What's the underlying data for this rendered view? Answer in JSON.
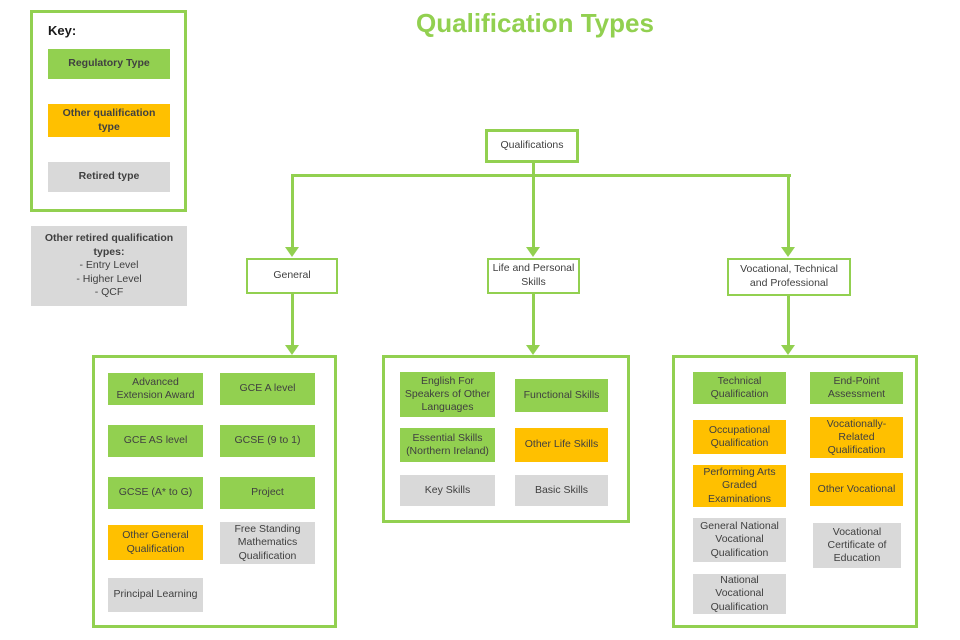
{
  "title": "Qualification Types",
  "colors": {
    "regulatory_green": "#92D050",
    "other_orange": "#FFC000",
    "retired_gray": "#D9D9D9",
    "accent_green": "#92D050",
    "text": "#404040"
  },
  "key": {
    "heading": "Key:",
    "items": [
      {
        "label": "Regulatory Type",
        "type": "regulatory"
      },
      {
        "label": "Other qualification type",
        "type": "other"
      },
      {
        "label": "Retired type",
        "type": "retired"
      }
    ]
  },
  "retired_note": {
    "heading": "Other retired qualification types:",
    "items": [
      "- Entry Level",
      "- Higher Level",
      "- QCF"
    ]
  },
  "root": {
    "label": "Qualifications"
  },
  "branches": [
    {
      "label": "General",
      "boxes": [
        {
          "label": "Advanced Extension Award",
          "type": "regulatory"
        },
        {
          "label": "GCE A level",
          "type": "regulatory"
        },
        {
          "label": "GCE AS level",
          "type": "regulatory"
        },
        {
          "label": "GCSE (9 to 1)",
          "type": "regulatory"
        },
        {
          "label": "GCSE (A* to G)",
          "type": "regulatory"
        },
        {
          "label": "Project",
          "type": "regulatory"
        },
        {
          "label": "Other General Qualification",
          "type": "other"
        },
        {
          "label": "Free Standing Mathematics Qualification",
          "type": "retired"
        },
        {
          "label": "Principal Learning",
          "type": "retired"
        }
      ]
    },
    {
      "label": "Life and Personal Skills",
      "boxes": [
        {
          "label": "English For Speakers of Other Languages",
          "type": "regulatory"
        },
        {
          "label": "Functional Skills",
          "type": "regulatory"
        },
        {
          "label": "Essential Skills (Northern Ireland)",
          "type": "regulatory"
        },
        {
          "label": "Other Life Skills",
          "type": "other"
        },
        {
          "label": "Key Skills",
          "type": "retired"
        },
        {
          "label": "Basic Skills",
          "type": "retired"
        }
      ]
    },
    {
      "label": "Vocational, Technical and Professional",
      "boxes": [
        {
          "label": "Technical Qualification",
          "type": "regulatory"
        },
        {
          "label": "End-Point Assessment",
          "type": "regulatory"
        },
        {
          "label": "Occupational Qualification",
          "type": "other"
        },
        {
          "label": "Vocationally-Related Qualification",
          "type": "other"
        },
        {
          "label": "Performing Arts Graded Examinations",
          "type": "other"
        },
        {
          "label": "Other Vocational",
          "type": "other"
        },
        {
          "label": "General National Vocational Qualification",
          "type": "retired"
        },
        {
          "label": "Vocational Certificate of Education",
          "type": "retired"
        },
        {
          "label": "National Vocational Qualification",
          "type": "retired"
        }
      ]
    }
  ]
}
